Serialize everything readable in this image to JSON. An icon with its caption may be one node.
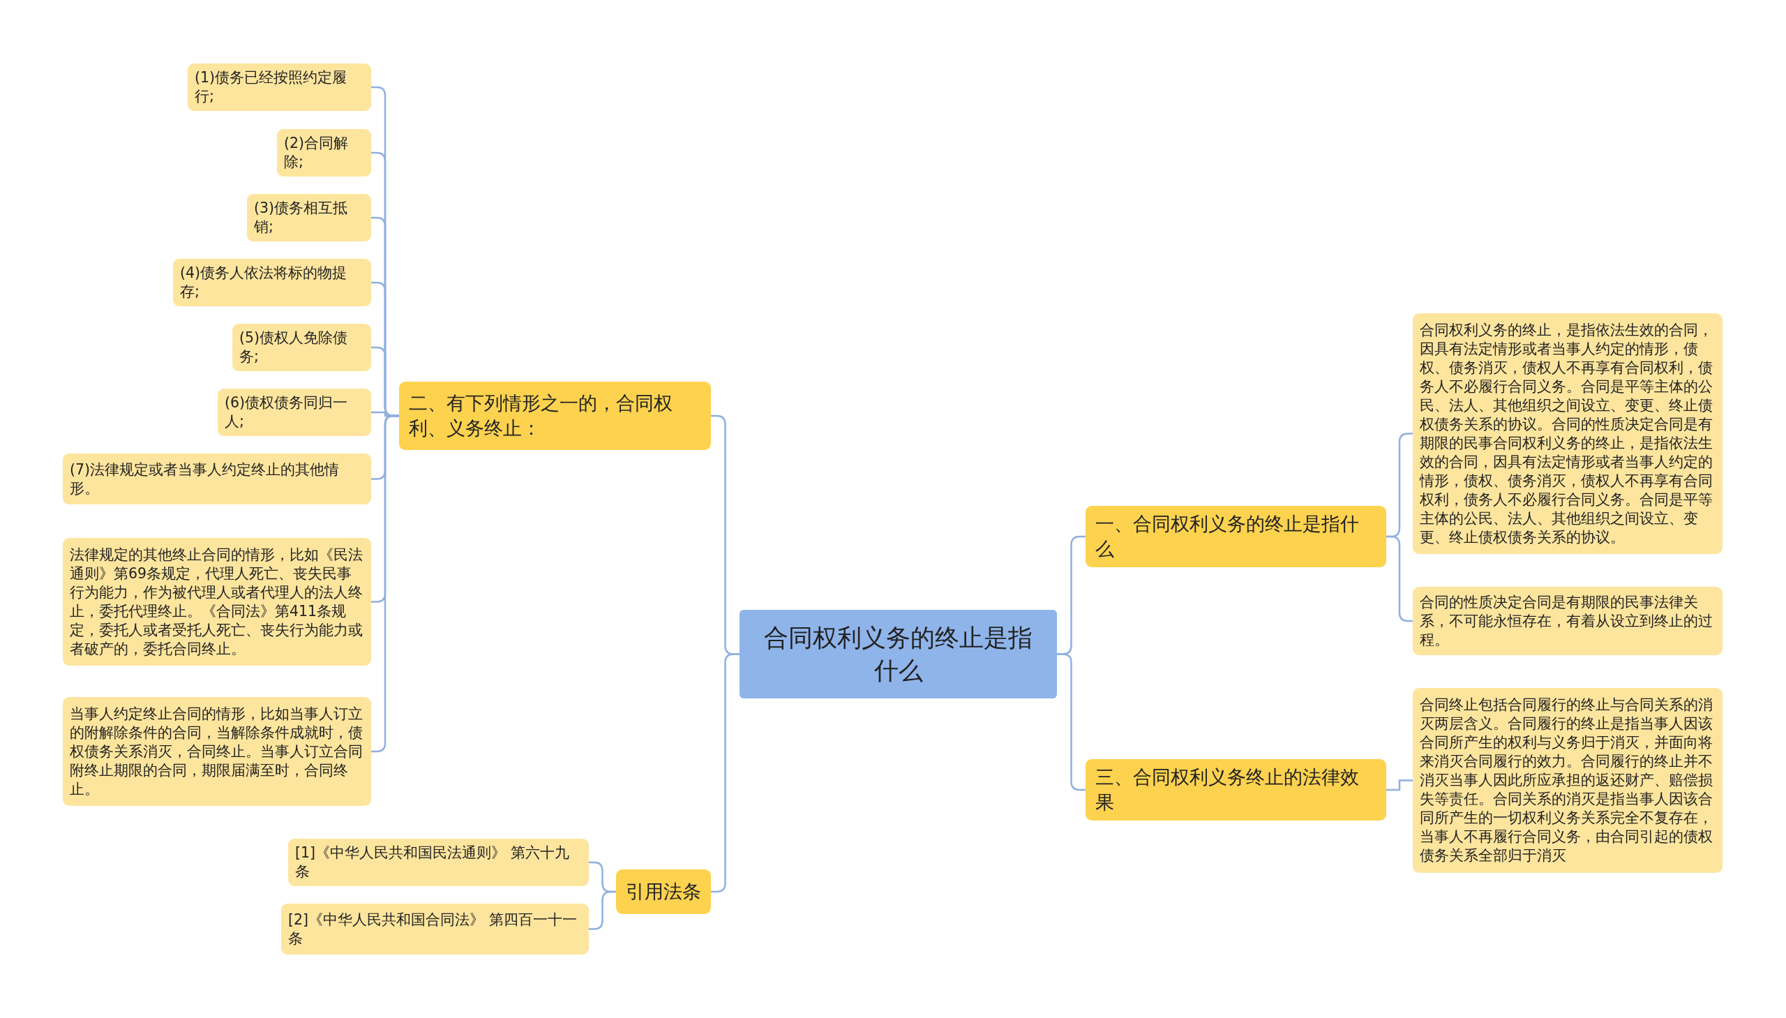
{
  "diagram": {
    "nodes": [
      {
        "text": [
          "合同权利义务的终止是指什么"
        ]
      },
      {
        "text": [
          "一、合同权利义务的终止是指什么"
        ]
      },
      {
        "text": [
          "合同权利义务的终止，是指依法生效的合同，因具有法定情形或者当事人约定的情形，债权、债务消灭，债权人不再享有合同权利，债务人不必履行合同义务。合同是平等主体的公民、法人、其他组织之间设立、变更、终止债权债务关系的协议。合同的性质决定合同是有期限的民事合同权利义务的终止，是指依法生效的合同，因具有法定情形或者当事人约定的情形，债权、债务消灭，债权人不再享有合同权利，债务人不必履行合同义务。合同是平等主体的公民、法人、其他组织之间设立、变更、终止债权债务关系的协议。"
        ]
      },
      {
        "text": [
          "合同的性质决定合同是有期限的民事法律关系，不可能永恒存在，有着从设立到终止的过程。"
        ]
      },
      {
        "text": [
          "三、合同权利义务终止的法律效果"
        ]
      },
      {
        "text": [
          "合同终止包括合同履行的终止与合同关系的消灭两层含义。合同履行的终止是指当事人因该合同所产生的权利与义务归于消灭，并面向将来消灭合同履行的效力。合同履行的终止并不消灭当事人因此所应承担的返还财产、赔偿损失等责任。合同关系的消灭是指当事人因该合同所产生的一切权利义务关系完全不复存在，当事人不再履行合同义务，由合同引起的债权债务关系全部归于消灭"
        ]
      },
      {
        "text": [
          "二、有下列情形之一的，合同权利、义务终止："
        ]
      },
      {
        "text": [
          "(1)债务已经按照约定履行;"
        ]
      },
      {
        "text": [
          "(2)合同解除;"
        ]
      },
      {
        "text": [
          "(3)债务相互抵销;"
        ]
      },
      {
        "text": [
          "(4)债务人依法将标的物提存;"
        ]
      },
      {
        "text": [
          "(5)债权人免除债务;"
        ]
      },
      {
        "text": [
          "(6)债权债务同归一人;"
        ]
      },
      {
        "text": [
          "(7)法律规定或者当事人约定终止的其他情形。"
        ]
      },
      {
        "text": [
          "法律规定的其他终止合同的情形，比如《民法通则》第69条规定，代理人死亡、丧失民事行为能力，作为被代理人或者代理人的法人终止，委托代理终止。《合同法》第411条规定，委托人或者受托人死亡、丧失行为能力或者破产的，委托合同终止。"
        ]
      },
      {
        "text": [
          "当事人约定终止合同的情形，比如当事人订立的附解除条件的合同，当解除条件成就时，债权债务关系消灭，合同终止。当事人订立合同附终止期限的合同，期限届满至时，合同终止。"
        ]
      },
      {
        "text": [
          "引用法条"
        ]
      },
      {
        "text": [
          "[1]《中华人民共和国民法通则》 第六十九条"
        ]
      },
      {
        "text": [
          "[2]《中华人民共和国合同法》 第四百一十一条"
        ]
      }
    ],
    "edges": [
      {
        "from": 0,
        "to": 1,
        "arrow": "none"
      },
      {
        "from": 1,
        "to": 2,
        "arrow": "none"
      },
      {
        "from": 1,
        "to": 3,
        "arrow": "none"
      },
      {
        "from": 0,
        "to": 4,
        "arrow": "none"
      },
      {
        "from": 4,
        "to": 5,
        "arrow": "none"
      },
      {
        "from": 0,
        "to": 6,
        "arrow": "none"
      },
      {
        "from": 6,
        "to": 7,
        "arrow": "none"
      },
      {
        "from": 6,
        "to": 8,
        "arrow": "none"
      },
      {
        "from": 6,
        "to": 9,
        "arrow": "none"
      },
      {
        "from": 6,
        "to": 10,
        "arrow": "none"
      },
      {
        "from": 6,
        "to": 11,
        "arrow": "none"
      },
      {
        "from": 6,
        "to": 12,
        "arrow": "none"
      },
      {
        "from": 6,
        "to": 13,
        "arrow": "none"
      },
      {
        "from": 6,
        "to": 14,
        "arrow": "none"
      },
      {
        "from": 6,
        "to": 15,
        "arrow": "none"
      },
      {
        "from": 0,
        "to": 16,
        "arrow": "none"
      },
      {
        "from": 16,
        "to": 17,
        "arrow": "none"
      },
      {
        "from": 16,
        "to": 18,
        "arrow": "none"
      }
    ]
  }
}
